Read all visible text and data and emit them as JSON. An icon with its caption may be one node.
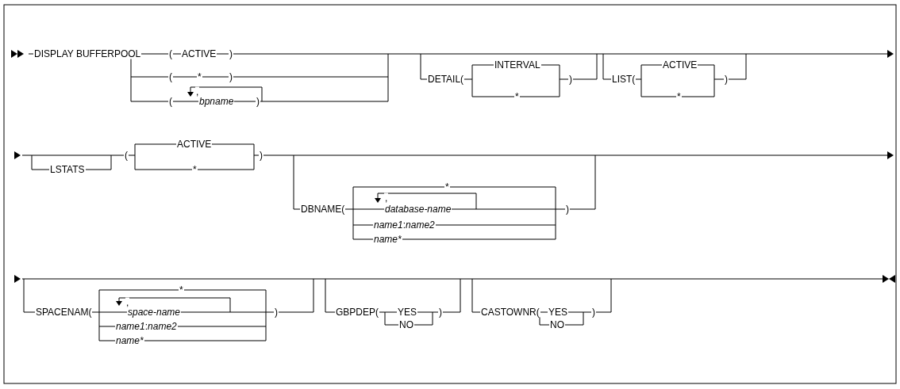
{
  "diagram": {
    "labels": [
      "DISPLAY BUFFERPOOL",
      "(",
      "ACTIVE",
      ")",
      "(",
      "*",
      ")",
      ",",
      "(",
      "bpname",
      ")",
      "DETAIL(",
      "INTERVAL",
      "*",
      ")",
      "LIST(",
      "ACTIVE",
      "*",
      ")",
      "LSTATS",
      "(",
      "ACTIVE",
      "*",
      ")",
      "DBNAME(",
      "*",
      ",",
      "database-name",
      "*name1*:*name2*",
      "name*",
      ")",
      "SPACENAM(",
      "*",
      ",",
      "space-name",
      "*name1*:*name2*",
      "name*",
      ")",
      "GBPDEP(",
      "YES",
      "NO",
      ")",
      "CASTOWNR(",
      "YES",
      "NO",
      ")"
    ]
  }
}
